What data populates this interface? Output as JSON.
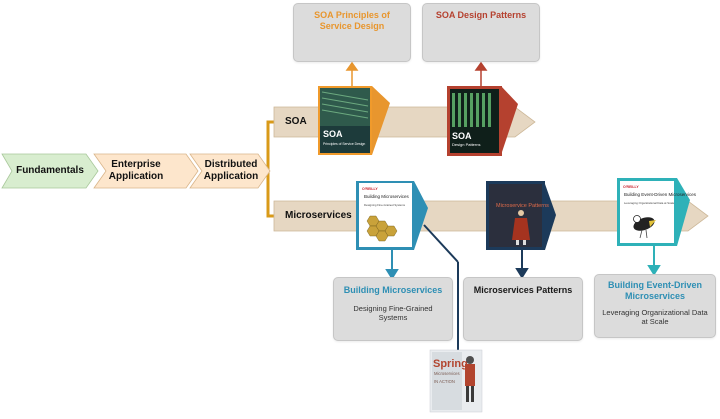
{
  "chevrons": {
    "fundamentals": "Fundamentals",
    "enterprise": "Enterprise Application",
    "distributed": "Distributed Application"
  },
  "tracks": {
    "soa": "SOA",
    "microservices": "Microservices"
  },
  "cards": {
    "soa_principles": {
      "title": "SOA Principles of Service Design"
    },
    "soa_patterns": {
      "title": "SOA Design Patterns"
    },
    "building_micro": {
      "title": "Building Microservices",
      "subtitle": "Designing Fine-Grained Systems"
    },
    "micro_patterns": {
      "title": "Microservices Patterns"
    },
    "event_driven": {
      "title": "Building Event-Driven Microservices",
      "subtitle": "Leveraging Organizational Data at Scale"
    }
  },
  "covers": {
    "soa_principles": {
      "title": "SOA",
      "subtitle": "Principles of Service Design"
    },
    "soa_patterns": {
      "title": "SOA",
      "subtitle": "Design Patterns"
    },
    "building_micro": {
      "publisher": "O'REILLY",
      "title": "Building Microservices",
      "subtitle": "Designing Fine-Grained Systems"
    },
    "micro_patterns": {
      "title": "Microservice Patterns"
    },
    "event_driven": {
      "publisher": "O'REILLY",
      "title": "Building Event-Driven Microservices",
      "subtitle": "Leveraging Organizational Data at Scale"
    },
    "spring": {
      "title": "Spring",
      "subtitle": "Microservices",
      "tag": "IN ACTION"
    }
  },
  "colors": {
    "soa_principles_title": "#e8962e",
    "soa_patterns_title": "#b5412f",
    "building_micro_title": "#2e8fb4",
    "micro_patterns_title": "#1a1a1a",
    "event_driven_title": "#2e8fb4",
    "chevron_fill": "#fde6cc",
    "chevron_first": "#d8edcf",
    "track_fill": "#e6d7c2",
    "connector": "#d99a18"
  }
}
